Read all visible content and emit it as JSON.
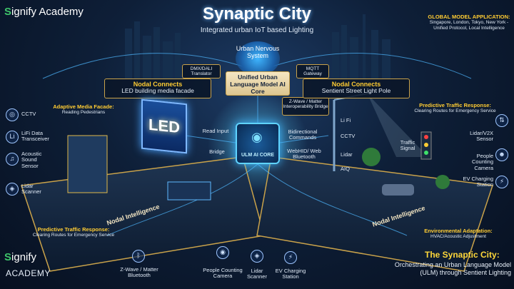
{
  "brand": {
    "name_s": "S",
    "name_rest": "ignify",
    "suffix": "Academy",
    "bottom_s": "S",
    "bottom_rest": "ignify",
    "bottom_sub": "ACADEMY"
  },
  "header": {
    "title": "Synaptic City",
    "subtitle": "Integrated urban IoT based Lighting"
  },
  "global": {
    "title": "GLOBAL MODEL APPLICATION:",
    "desc": "Singapore, London, Tokyo, New York - Unified Protocol, Local Intelligence"
  },
  "center": {
    "nervous": "Urban Nervous System",
    "core_title": "Unified Urban Language Model AI Core",
    "core_box": "ULM AI CORE",
    "dmx": "DMX/DALI Translator",
    "mqtt": "MQTT Gateway",
    "zwave": "Z-Wave / Matter Interoperability Bridge",
    "read_input": "Read Input",
    "bridge": "Bridge",
    "bidir": "Bidirectional Commands",
    "webhid": "WebHID/ Web Bluetooth"
  },
  "left": {
    "nodal_title": "Nodal Connects",
    "nodal_desc": "LED building media facade",
    "adaptive_title": "Adaptive Media Facade:",
    "adaptive_desc": "Reading Pedestrians",
    "icons": [
      {
        "icon": "cctv-icon",
        "label": "CCTV"
      },
      {
        "icon": "lifi-icon",
        "label": "LiFi Data Transceiver"
      },
      {
        "icon": "acoustic-icon",
        "label": "Acoustic Sound Sensor"
      },
      {
        "icon": "lidar-icon",
        "label": "Lidar Scanner"
      }
    ],
    "led_text": "LED",
    "traffic_title": "Predictive Traffic Response:",
    "traffic_desc": "Clearing Routes for Emergency Service",
    "ribbon": "Nodal Intelligence"
  },
  "right": {
    "nodal_title": "Nodal Connects",
    "nodal_desc": "Sentient Street Light Pole",
    "traffic_title": "Predictive Traffic Response:",
    "traffic_desc": "Clearing Routes for Emergency Service",
    "pole_labels": [
      "Li Fi",
      "CCTV",
      "Lidar",
      "AIQ"
    ],
    "traffic_signal": "Traffic Signal",
    "icons": [
      {
        "icon": "lidar-v2x-icon",
        "label": "Lidar/V2X Sensor"
      },
      {
        "icon": "people-icon",
        "label": "People Counting Camera"
      },
      {
        "icon": "ev-icon",
        "label": "EV Charging Station"
      }
    ],
    "env_title": "Environmental Adaptation:",
    "env_desc": "HVAC/Acoustic Adjustment",
    "ribbon": "Nodal Intelligence"
  },
  "bottom": [
    {
      "icon": "bluetooth-icon",
      "label": "Z-Wave / Matter Bluetooth"
    },
    {
      "icon": "camera-icon",
      "label": "People Counting Camera"
    },
    {
      "icon": "lidar-icon",
      "label": "Lidar Scanner"
    },
    {
      "icon": "ev-icon",
      "label": "EV Charging Station"
    }
  ],
  "footer": {
    "title": "The Synaptic City:",
    "desc": "Orchestrating an Urban Language Model (ULM) through Sentient Lighting"
  },
  "colors": {
    "accent": "#ffcc33",
    "glow": "#3fb8ff",
    "brand": "#3ec56a"
  }
}
